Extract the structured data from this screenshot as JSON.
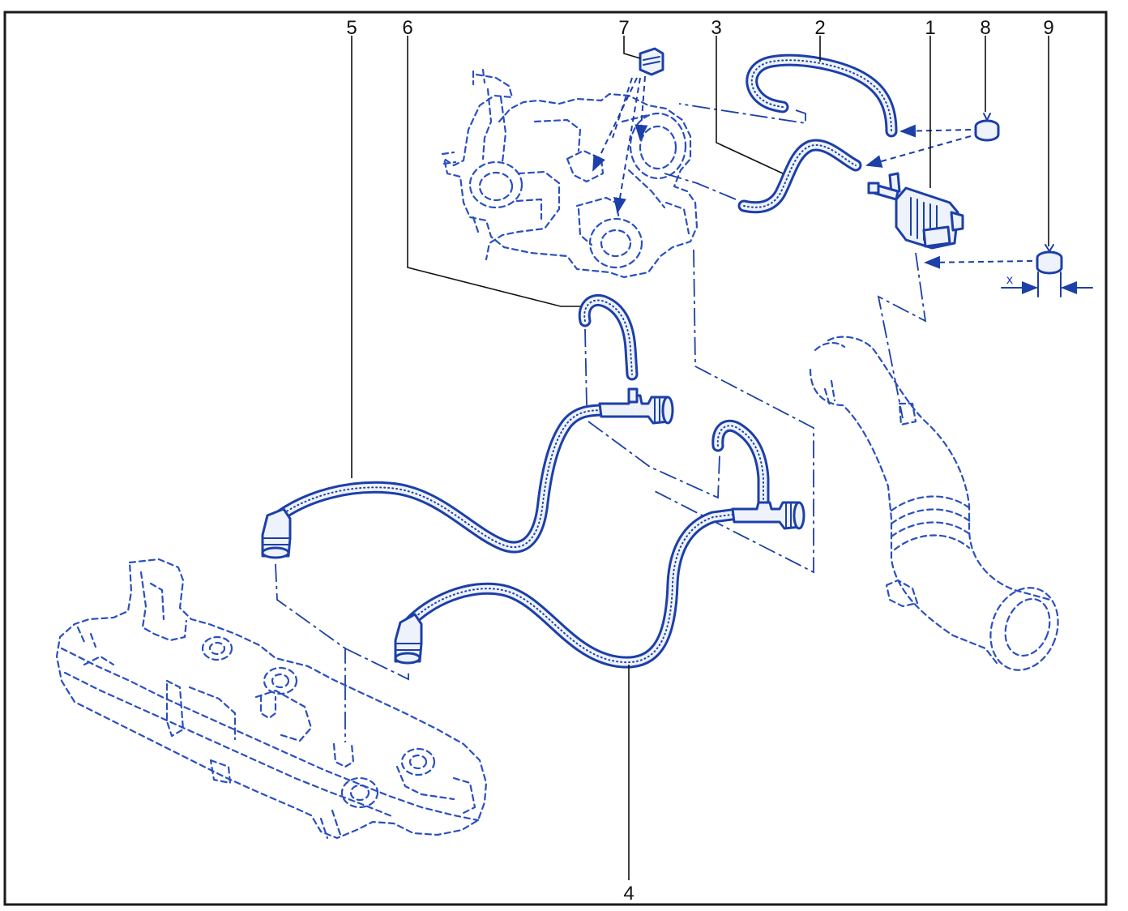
{
  "labels": {
    "l1": "1",
    "l2": "2",
    "l3": "3",
    "l4": "4",
    "l5": "5",
    "l6": "6",
    "l7": "7",
    "l8": "8",
    "l9": "9",
    "dimension": "x"
  },
  "colors": {
    "line": "#1c3fa8",
    "hose_fill": "#eef2fb",
    "frame": "#1a1a1a",
    "leader": "#111111"
  }
}
